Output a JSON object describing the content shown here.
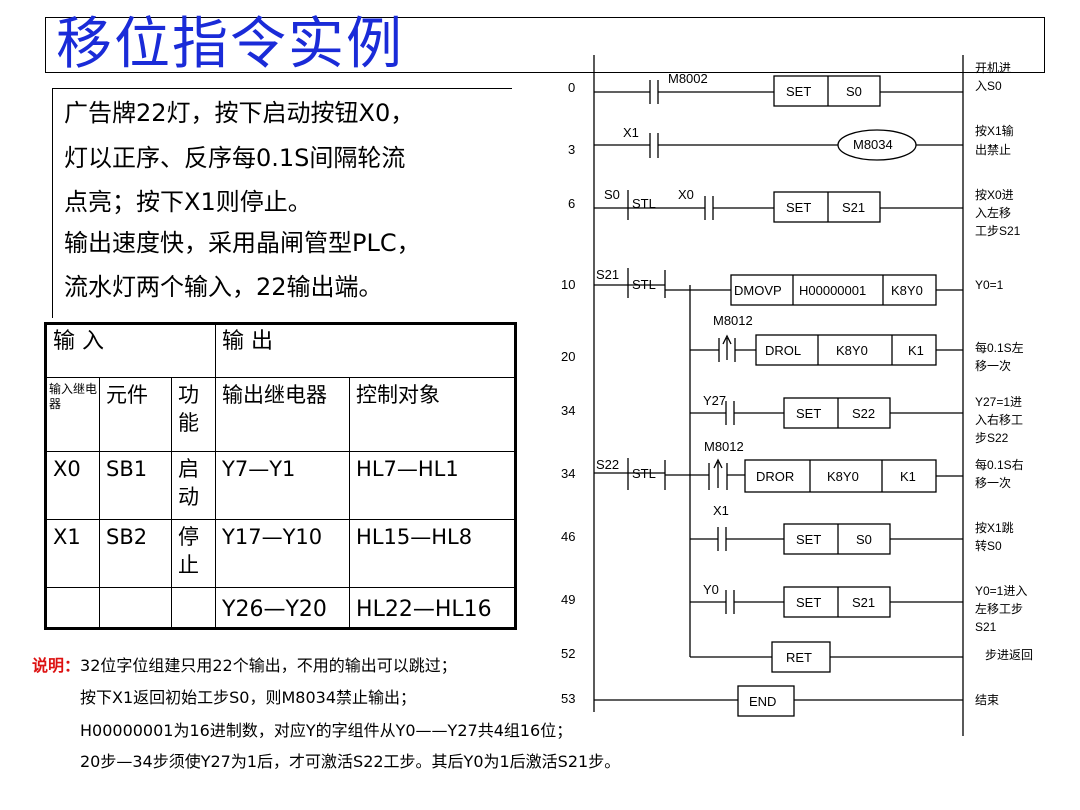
{
  "title": "移位指令实例",
  "description": [
    "广告牌22灯，按下启动按钮X0，",
    "灯以正序、反序每0.1S间隔轮流",
    "点亮；按下X1则停止。",
    "输出速度快，采用晶闸管型PLC，",
    "流水灯两个输入，22输出端。"
  ],
  "io_table": {
    "header_input": "输  入",
    "header_output": "输    出",
    "col_relay": "输入继电器",
    "col_element": "元件",
    "col_function": "功能",
    "col_output_relay": "输出继电器",
    "col_control": "控制对象",
    "rows": [
      {
        "relay": "X0",
        "element": "SB1",
        "function": "启动",
        "output": "Y7—Y1",
        "control": "HL7—HL1"
      },
      {
        "relay": "X1",
        "element": "SB2",
        "function": "停止",
        "output": "Y17—Y10",
        "control": "HL15—HL8"
      },
      {
        "relay": "",
        "element": "",
        "function": "",
        "output": "Y26—Y20",
        "control": "HL22—HL16"
      }
    ]
  },
  "notes": {
    "prefix": "说明：",
    "lines": [
      "32位字位组建只用22个输出，不用的输出可以跳过；",
      "按下X1返回初始工步S0，则M8034禁止输出；",
      "H00000001为16进制数，对应Y的字组件从Y0——Y27共4组16位；",
      "20步—34步须使Y27为1后，才可激活S22工步。其后Y0为1后激活S21步。"
    ]
  },
  "ladder": {
    "steps": [
      "0",
      "3",
      "6",
      "10",
      "20",
      "34",
      "34",
      "46",
      "49",
      "52",
      "53"
    ],
    "contacts": [
      "M8002",
      "X1",
      "S0",
      "STL",
      "X0",
      "S21",
      "STL",
      "M8012",
      "Y27",
      "M8012",
      "S22",
      "STL",
      "X1",
      "Y0"
    ],
    "instructions": {
      "set_s0": [
        "SET",
        "S0"
      ],
      "m8034": "M8034",
      "set_s21": [
        "SET",
        "S21"
      ],
      "dmovp": [
        "DMOVP",
        "H00000001",
        "K8Y0"
      ],
      "drol": [
        "DROL",
        "K8Y0",
        "K1"
      ],
      "set_s22": [
        "SET",
        "S22"
      ],
      "dror": [
        "DROR",
        "K8Y0",
        "K1"
      ],
      "set_s0b": [
        "SET",
        "S0"
      ],
      "set_s21b": [
        "SET",
        "S21"
      ],
      "ret": "RET",
      "end": "END"
    },
    "comments": {
      "c0": [
        "开机进",
        "入S0"
      ],
      "c3": [
        "按X1输",
        "出禁止"
      ],
      "c6": [
        "按X0进",
        "入左移",
        "工步S21"
      ],
      "c10": "Y0=1",
      "c20": [
        "每0.1S左",
        "移一次"
      ],
      "c34a": [
        "Y27=1进",
        "入右移工",
        "步S22"
      ],
      "c34b": [
        "每0.1S右",
        "移一次"
      ],
      "c46": [
        "按X1跳",
        "转S0"
      ],
      "c49": [
        "Y0=1进入",
        "左移工步",
        "S21"
      ],
      "c52": "步进返回",
      "c53": "结束"
    }
  }
}
